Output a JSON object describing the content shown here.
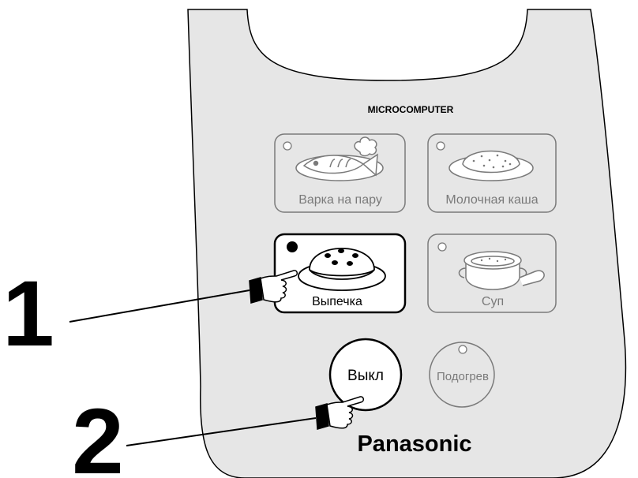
{
  "panel": {
    "header": "MICROCOMPUTER",
    "brand": "Panasonic"
  },
  "mode_buttons": [
    {
      "label": "Варка на пару",
      "active": false,
      "icon": "steamed-fish-icon"
    },
    {
      "label": "Молочная каша",
      "active": false,
      "icon": "porridge-bowl-icon"
    },
    {
      "label": "Выпечка",
      "active": true,
      "icon": "cake-icon"
    },
    {
      "label": "Суп",
      "active": false,
      "icon": "soup-pot-icon"
    }
  ],
  "round_buttons": {
    "off_label": "Выкл",
    "warm_label": "Подогрев"
  },
  "callouts": [
    {
      "number": "1",
      "icon": "pointing-hand-icon"
    },
    {
      "number": "2",
      "icon": "pointing-hand-icon"
    }
  ],
  "colors": {
    "panel_fill": "#e6e6e6",
    "inactive_stroke": "#7a7a7a",
    "active_stroke": "#000000",
    "active_fill": "#ffffff"
  }
}
